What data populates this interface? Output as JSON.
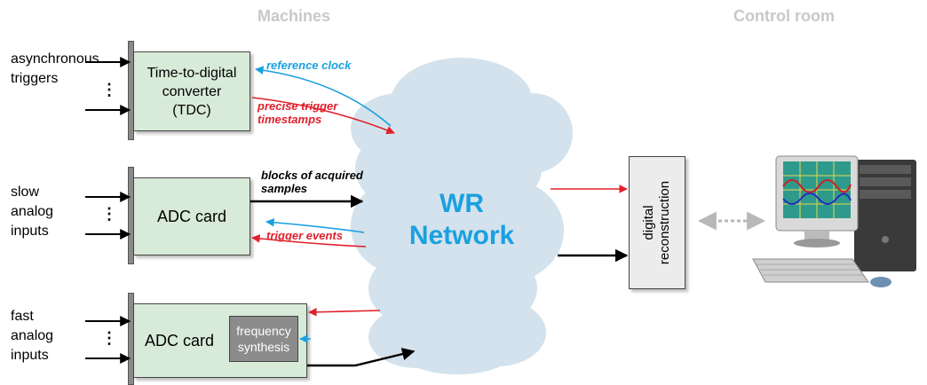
{
  "headers": {
    "machines": "Machines",
    "control_room": "Control room"
  },
  "inputs": {
    "async": [
      "asynchronous",
      "triggers"
    ],
    "slow": [
      "slow",
      "analog",
      "inputs"
    ],
    "fast": [
      "fast",
      "analog",
      "inputs"
    ]
  },
  "boxes": {
    "tdc": [
      "Time-to-digital",
      "converter",
      "(TDC)"
    ],
    "adc1": "ADC card",
    "adc2": "ADC card",
    "freq": [
      "frequency",
      "synthesis"
    ],
    "recon": [
      "digital",
      "reconstruction"
    ]
  },
  "network": {
    "line1": "WR",
    "line2": "Network"
  },
  "arrow_labels": {
    "ref_clock": "reference clock",
    "precise": [
      "precise trigger",
      "timestamps"
    ],
    "blocks": [
      "blocks of acquired",
      "samples"
    ],
    "trigger_events": "trigger events"
  },
  "dots": "⋮",
  "colors": {
    "blue": "#1aa0e0",
    "red": "#e0202c",
    "box_fill": "#d8ead8",
    "cloud": "#d3e2ec",
    "header": "#c8c8c8"
  }
}
